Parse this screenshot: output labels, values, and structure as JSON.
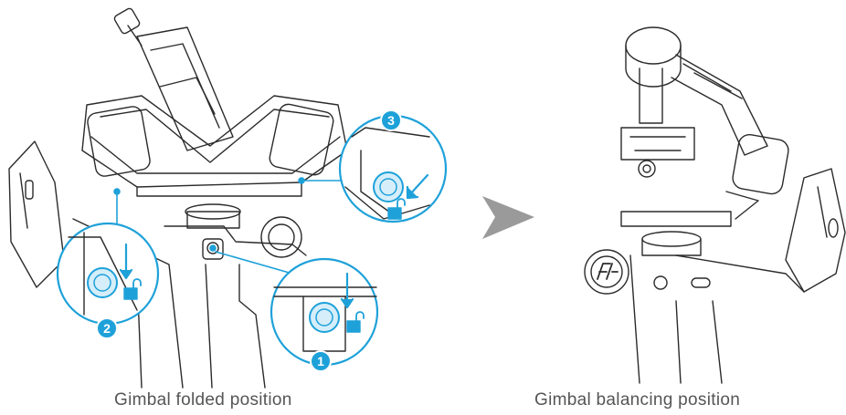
{
  "captions": {
    "left": "Gimbal folded position",
    "right": "Gimbal balancing position"
  },
  "steps": [
    "1",
    "2",
    "3"
  ],
  "colors": {
    "line": "#2b2b2b",
    "accent": "#1ea1d9",
    "accent_fill": "#d5eefa",
    "arrow_gray": "#9a9a9a"
  },
  "icons": [
    "unlock-icon",
    "transition-arrow-icon",
    "feiyu-logo-icon"
  ]
}
